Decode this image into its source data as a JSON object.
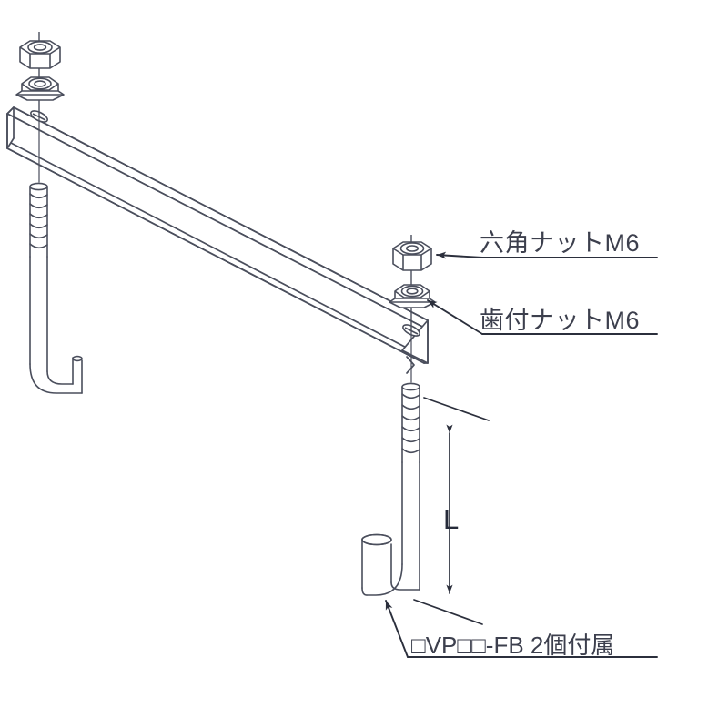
{
  "document": {
    "type": "isometric-technical-drawing",
    "subject": "ceiling-suspension-bracket-with-j-hook-bolts",
    "background_color": "#ffffff",
    "line_color": "#4a4e5c",
    "text_color": "#3c3f4d"
  },
  "annotations": {
    "hex_nut": {
      "label": "六角ナットM6",
      "leader": "arrow-left",
      "target": "hex-nut-right-assembly"
    },
    "toothed_nut": {
      "label": "歯付ナットM6",
      "leader": "arrow-left",
      "target": "toothed-nut-right-assembly"
    },
    "part_number": {
      "label": "□VP□□-FB 2個付属",
      "leader": "arrow-up-left",
      "target": "j-hook-bolt-right"
    },
    "dimension_l": {
      "label": "L",
      "type": "linear-dimension",
      "style": "double-headed-arrow"
    }
  },
  "components": [
    {
      "name": "channel-beam",
      "description": "isometric C-channel support beam spanning diagonally",
      "quantity": 1
    },
    {
      "name": "hex-nut-m6",
      "description": "hexagonal nut M6",
      "quantity": 2
    },
    {
      "name": "toothed-flange-nut-m6",
      "description": "serrated flange nut M6",
      "quantity": 2
    },
    {
      "name": "j-hook-bolt",
      "description": "threaded J-hook hanger bolt",
      "quantity": 2
    },
    {
      "name": "end-cap-gusset",
      "description": "triangular end closure at beam right end",
      "quantity": 1
    }
  ],
  "colors": {
    "line": "#4a4e5c",
    "text": "#3c3f4d",
    "dimension": "#262b3a",
    "background": "#ffffff"
  }
}
